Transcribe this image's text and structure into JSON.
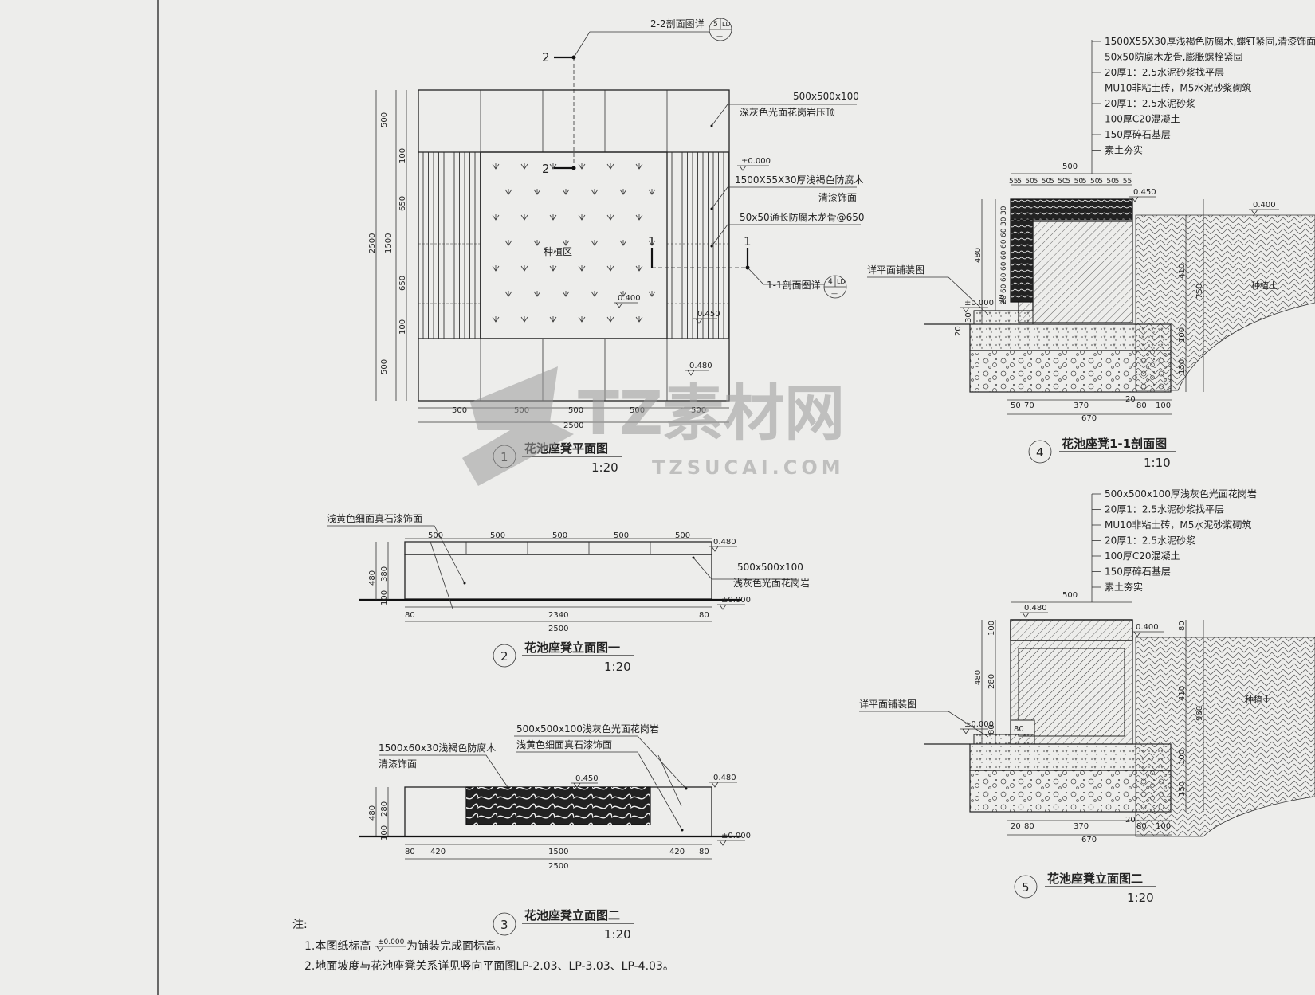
{
  "watermark": {
    "main": "TZ素材网",
    "sub": "TZSUCAI.COM"
  },
  "plan": {
    "title": "花池座凳平面图",
    "scale": "1:20",
    "number": "1",
    "center_label": "种植区",
    "callouts": {
      "cap_size": "500x500x100",
      "cap_desc": "深灰色光面花岗岩压顶",
      "wood_size": "1500X55X30厚浅褐色防腐木",
      "wood_finish": "清漆饰面",
      "joist": "50x50通长防腐木龙骨@650",
      "sec22": "2-2剖面图详",
      "sec11": "1-1剖面图详"
    },
    "marks": {
      "two": "2",
      "one": "1",
      "sheet5": "5",
      "sheet4": "4",
      "ld": "LD",
      "dash": "—"
    },
    "levels": {
      "zero": "±0.000",
      "l400": "0.400",
      "l450": "0.450",
      "l480": "0.480"
    },
    "dims_bottom": [
      "500",
      "500",
      "500",
      "500",
      "500"
    ],
    "dim_total": "2500",
    "dims_left": [
      "500",
      "100",
      "650",
      "650",
      "100",
      "500"
    ],
    "dim_mid": "1500",
    "dim_left_total": "2500"
  },
  "elev1": {
    "title": "花池座凳立面图一",
    "scale": "1:20",
    "number": "2",
    "finish": "浅黄色细面真石漆饰面",
    "cap_size": "500x500x100",
    "cap_desc": "浅灰色光面花岗岩",
    "top_dims": [
      "500",
      "500",
      "500",
      "500",
      "500"
    ],
    "left_dims": [
      "480",
      "380",
      "100"
    ],
    "bottom_dims": [
      "80",
      "2340",
      "80"
    ],
    "total": "2500",
    "lvl_top": "0.480",
    "lvl_zero": "±0.000"
  },
  "elev2": {
    "title": "花池座凳立面图二",
    "scale": "1:20",
    "number": "3",
    "wood": "1500x60x30浅褐色防腐木",
    "wood_finish": "清漆饰面",
    "cap": "500x500x100浅灰色光面花岗岩",
    "finish": "浅黄色细面真石漆饰面",
    "left_dims": [
      "480",
      "280",
      "100"
    ],
    "bottom_dims": [
      "80",
      "420",
      "1500",
      "420",
      "80"
    ],
    "total": "2500",
    "lvl_top": "0.480",
    "lvl_450": "0.450",
    "lvl_zero": "±0.000"
  },
  "sec1": {
    "title": "花池座凳1-1剖面图",
    "scale": "1:10",
    "number": "4",
    "layers": [
      "1500X55X30厚浅褐色防腐木,螺钉紧固,清漆饰面",
      "50x50防腐木龙骨,膨胀螺栓紧固",
      "20厚1：2.5水泥砂浆找平层",
      "MU10非粘土砖，M5水泥砂浆砌筑",
      "20厚1：2.5水泥砂浆",
      "100厚C20混凝土",
      "150厚碎石基层",
      "素土夯实"
    ],
    "paving": "详平面铺装图",
    "soil": "种植土",
    "top_w": "500",
    "top_dims": [
      "55",
      "5",
      "50",
      "5",
      "50",
      "5",
      "50",
      "5",
      "50",
      "5",
      "50",
      "5",
      "50",
      "5",
      "55"
    ],
    "left_dims": [
      "480",
      "30",
      "30",
      "60",
      "60",
      "60",
      "60",
      "60",
      "60",
      "20"
    ],
    "left_small": [
      "20",
      "30",
      "20"
    ],
    "right_dims": [
      "410",
      "750",
      "100",
      "150"
    ],
    "bottom_dims": [
      "50",
      "70",
      "370",
      "20",
      "80",
      "100"
    ],
    "total": "670",
    "lvl_450": "0.450",
    "lvl_400": "0.400",
    "lvl_zero": "±0.000"
  },
  "sec2": {
    "title": "花池座凳立面图二",
    "scale": "1:20",
    "number": "5",
    "layers": [
      "500x500x100厚浅灰色光面花岗岩",
      "20厚1：2.5水泥砂浆找平层",
      "MU10非粘土砖，M5水泥砂浆砌筑",
      "20厚1：2.5水泥砂浆",
      "100厚C20混凝土",
      "150厚碎石基层",
      "素土夯实"
    ],
    "paving": "详平面铺装图",
    "soil": "种植土",
    "top_w": "500",
    "left_dims": [
      "100",
      "480",
      "280",
      "80"
    ],
    "right_dims": [
      "80",
      "410",
      "960",
      "100",
      "150"
    ],
    "inner": "80",
    "bottom_dims": [
      "20",
      "80",
      "370",
      "20",
      "80",
      "100"
    ],
    "total": "670",
    "lvl_480": "0.480",
    "lvl_400": "0.400",
    "lvl_zero": "±0.000"
  },
  "notes": {
    "head": "注:",
    "line1_a": "1.本图纸标高",
    "line1_lvl": "±0.000",
    "line1_b": "为铺装完成面标高。",
    "line2": "2.地面坡度与花池座凳关系详见竖向平面图LP-2.03、LP-3.03、LP-4.03。"
  }
}
